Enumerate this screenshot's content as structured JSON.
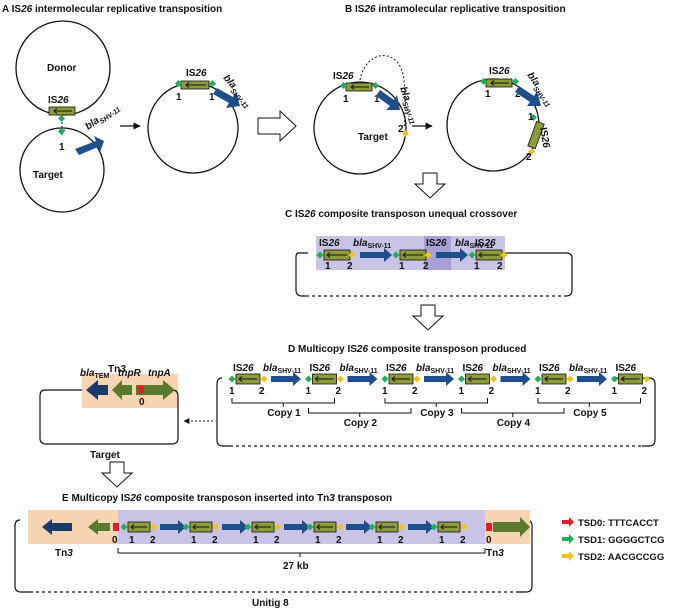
{
  "panels": {
    "a": {
      "letter": "A",
      "text": "IS",
      "italic": "26",
      "rest": " intermolecular replicative transposition"
    },
    "b": {
      "letter": "B",
      "text": "IS",
      "italic": "26",
      "rest": " intramolecular replicative transposition"
    },
    "c": {
      "letter": "C",
      "text": "IS",
      "italic": "26",
      "rest": " composite transposon unequal crossover"
    },
    "d": {
      "letter": "D",
      "text": "Multicopy IS",
      "italic": "26",
      "rest": " composite transposon produced"
    },
    "e": {
      "letter": "E",
      "text": "Multicopy IS",
      "italic": "26",
      "rest": " composite transposon inserted into Tn",
      "italic2": "3",
      "rest2": " transposon"
    }
  },
  "labels": {
    "donor": "Donor",
    "target": "Target",
    "is_prefix": "IS",
    "is_num": "26",
    "bla": "bla",
    "shv": "SHV-11",
    "tem": "TEM",
    "tn_prefix": "Tn",
    "tn_num": "3",
    "tnpR": "tnpR",
    "tnpA": "tnpA",
    "one": "1",
    "two": "2",
    "zero": "0",
    "kb": "27 kb",
    "unitig": "Unitig 8"
  },
  "copies": [
    "Copy 1",
    "Copy 2",
    "Copy 3",
    "Copy 4",
    "Copy 5"
  ],
  "legend": [
    {
      "name": "TSD0",
      "seq": "TTTCACCT",
      "text": "TSD0: TTTCACCT",
      "color": "#e41e26"
    },
    {
      "name": "TSD1",
      "seq": "GGGGCTCG",
      "text": "TSD1: GGGGCTCG",
      "color": "#1fae5b"
    },
    {
      "name": "TSD2",
      "seq": "AACGCCGG",
      "text": "TSD2: AACGCCGG",
      "color": "#f2c21b"
    }
  ],
  "colors": {
    "is26": "#8e9b3a",
    "bla": "#1f4e8c",
    "tn3": "#f9d4b3",
    "transposon_box": "#c9c3e6",
    "tnp": "#5a7a2e",
    "tem": "#1a3a6b"
  }
}
